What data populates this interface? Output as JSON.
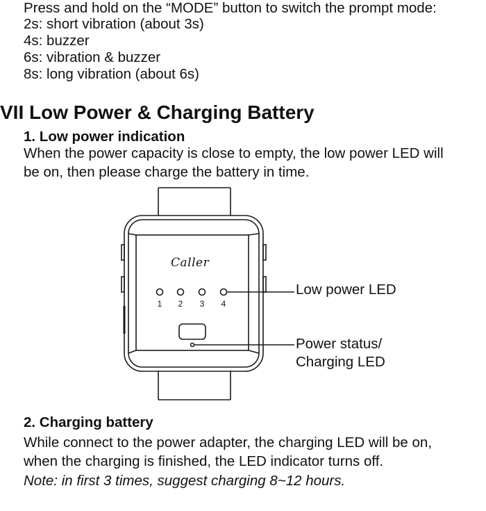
{
  "mode_section": {
    "intro": "Press and hold on the “MODE” button to switch the prompt mode:",
    "options": [
      "2s: short vibration (about 3s)",
      "4s: buzzer",
      "6s: vibration & buzzer",
      "8s: long vibration (about 6s)"
    ]
  },
  "section": {
    "title": "VII Low Power & Charging Battery",
    "low_power": {
      "heading": "1. Low power indication",
      "text_line1": "When the power capacity is close to empty, the low power LED will",
      "text_line2": "be on, then please charge the battery in time."
    },
    "charging": {
      "heading": "2. Charging battery",
      "text_line1": "While connect to the power adapter, the charging LED will be on,",
      "text_line2": "when the charging is finished, the LED indicator turns off.",
      "note": "Note: in first 3 times, suggest charging 8~12 hours."
    }
  },
  "diagram": {
    "brand": "Caller",
    "led_numbers": [
      "1",
      "2",
      "3",
      "4"
    ],
    "callout_low_power": "Low power LED",
    "callout_status_line1": "Power status/",
    "callout_status_line2": "Charging LED"
  }
}
